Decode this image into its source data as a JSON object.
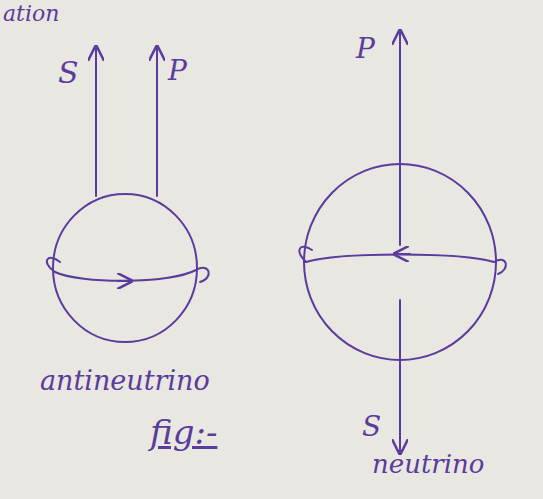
{
  "diagram": {
    "caption": "fig:-",
    "labels": [
      "ation",
      "S",
      "P",
      "P",
      "S",
      "antineutrino",
      "neutrino"
    ]
  }
}
